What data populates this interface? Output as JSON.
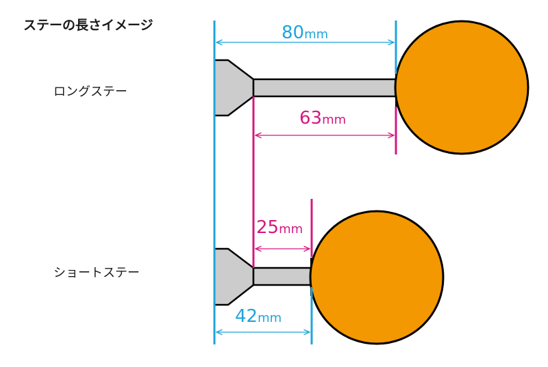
{
  "title": "ステーの長さイメージ",
  "stays": {
    "long": {
      "label": "ロングステー"
    },
    "short": {
      "label": "ショートステー"
    }
  },
  "dimensions": {
    "long_total": {
      "value": "80",
      "unit": "mm"
    },
    "long_rod": {
      "value": "63",
      "unit": "mm"
    },
    "short_rod": {
      "value": "25",
      "unit": "mm"
    },
    "short_total": {
      "value": "42",
      "unit": "mm"
    }
  },
  "colors": {
    "total_dimension": "#1ea5dc",
    "rod_dimension": "#d4187f",
    "knob_fill": "#f39800",
    "mount_fill": "#cccccc",
    "outline": "#000000"
  }
}
